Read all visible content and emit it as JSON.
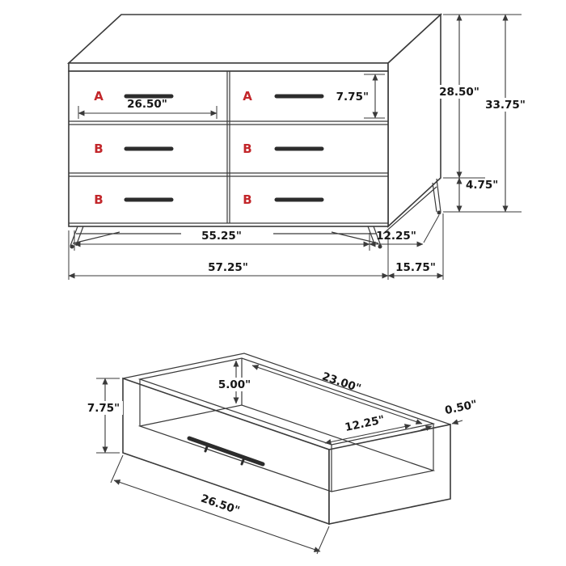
{
  "meta": {
    "line_color": "#3a3a3a",
    "dim_text_color": "#161616",
    "label_color": "#c2262a",
    "handle_color": "#2c2c2c"
  },
  "dresser": {
    "drawers": [
      {
        "label": "A"
      },
      {
        "label": "A"
      },
      {
        "label": "B"
      },
      {
        "label": "B"
      },
      {
        "label": "B"
      },
      {
        "label": "B"
      }
    ],
    "dimensions": {
      "drawer_width": "26.50\"",
      "drawer_height": "7.75\"",
      "case_height": "28.50\"",
      "overall_height": "33.75\"",
      "leg_height": "4.75\"",
      "base_width": "55.25\"",
      "base_depth": "12.25\"",
      "overall_width": "57.25\"",
      "overall_depth": "15.75\""
    }
  },
  "drawer_detail": {
    "dimensions": {
      "front_height": "7.75\"",
      "interior_height": "5.00\"",
      "interior_width": "23.00\"",
      "interior_depth": "12.25\"",
      "side_thickness": "0.50\"",
      "front_width": "26.50\""
    }
  }
}
